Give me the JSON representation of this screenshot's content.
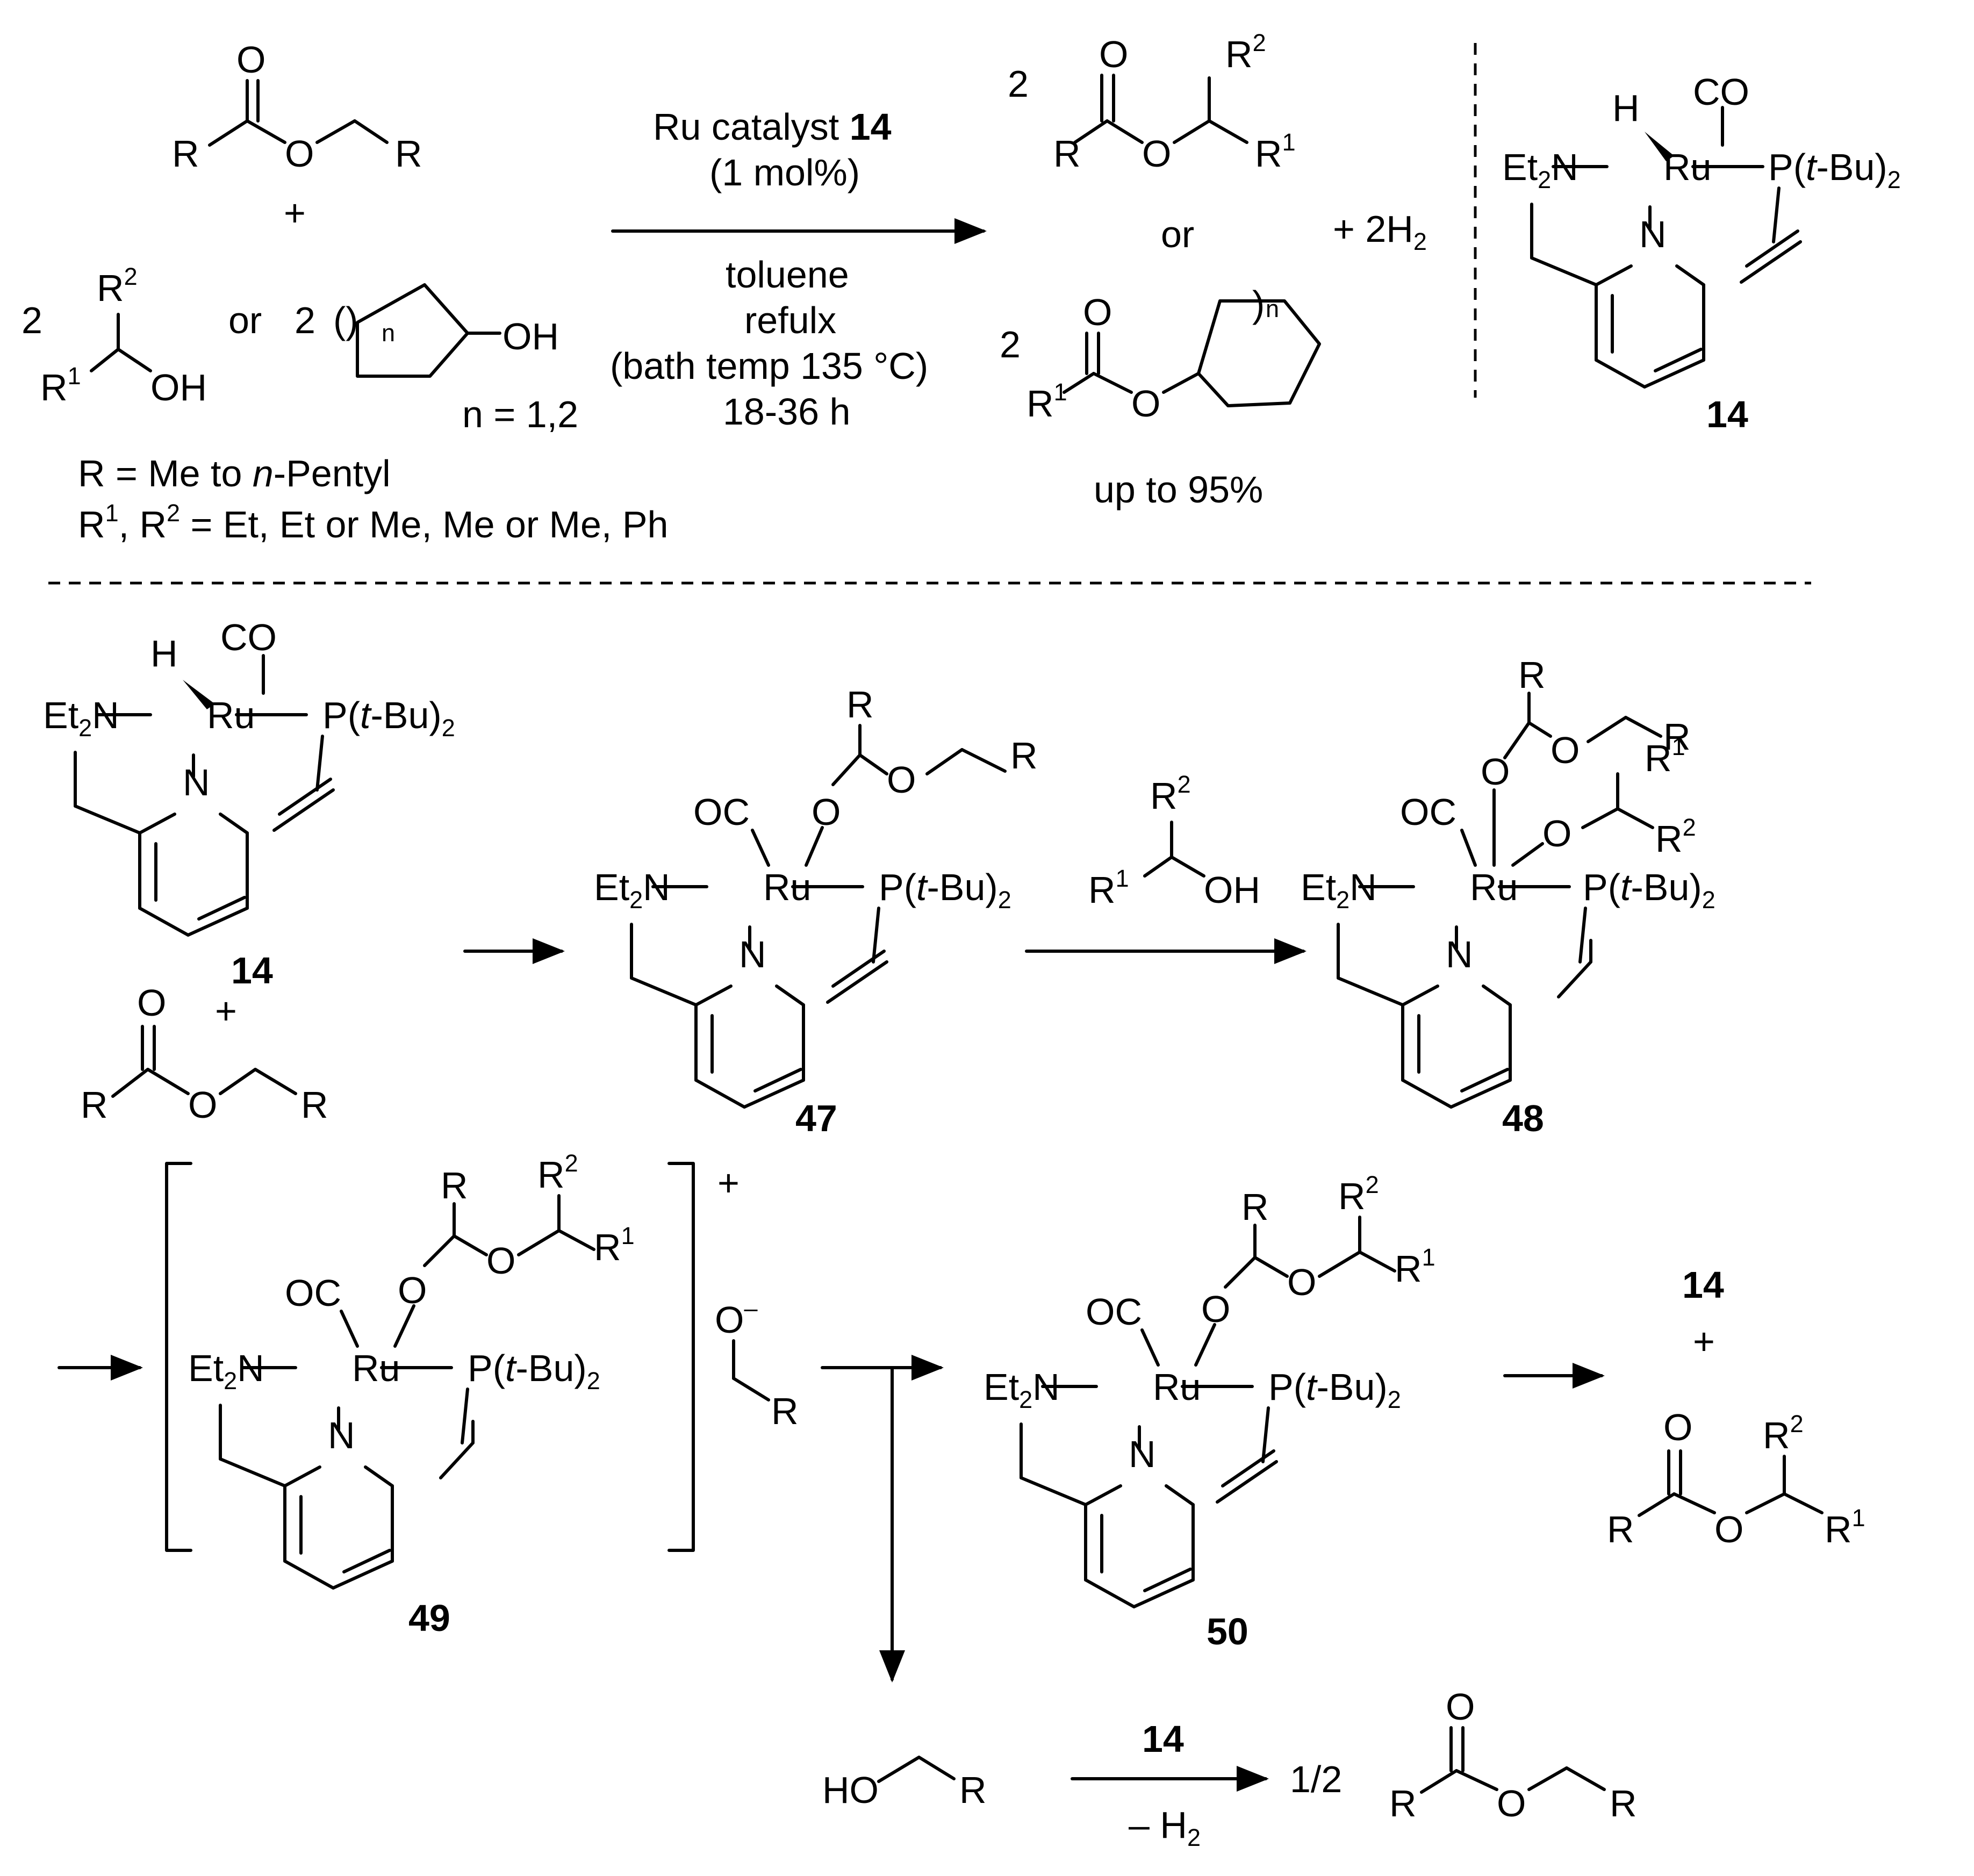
{
  "reaction": {
    "reagent_line1_prefix": "Ru catalyst ",
    "reagent_line1_number": "14",
    "reagent_line2": "(1 mol%)",
    "conditions": [
      "toluene",
      "refulx",
      "(bath temp 135 °C)",
      "18-36 h"
    ],
    "yield": "up to 95%",
    "byproduct": "+  2H",
    "byproduct_sub": "2",
    "or": "or",
    "plus": "+"
  },
  "reactants": {
    "coeff_alcohol": "2",
    "coeff_cyclic": "2",
    "or": "or",
    "n_label": "n",
    "n_values": "n = 1,2",
    "oh": "OH"
  },
  "definitions": {
    "r_prefix": "R = Me to ",
    "r_italic": "n",
    "r_suffix": "-Pentyl",
    "r1r2_a": "R",
    "r1r2_b": ", R",
    "r1r2_c": " = Et, Et or Me, Me or Me, Ph"
  },
  "atoms": {
    "R": "R",
    "O": "O",
    "OH": "OH",
    "HO": "HO",
    "H": "H",
    "N": "N",
    "Ru": "Ru",
    "CO": "CO",
    "OC": "OC",
    "Et": "Et",
    "P": "P(",
    "tBu_t": "t",
    "tBu_rest": "-Bu)",
    "sub2": "2",
    "sup1": "1",
    "sup2": "2",
    "minus": "–",
    "plus": "+"
  },
  "compounds": {
    "c14": "14",
    "c47": "47",
    "c48": "48",
    "c49": "49",
    "c50": "50"
  },
  "final_step": {
    "catalyst": "14",
    "minus_h2": "– H",
    "h2_sub": "2",
    "half": "1/2"
  }
}
